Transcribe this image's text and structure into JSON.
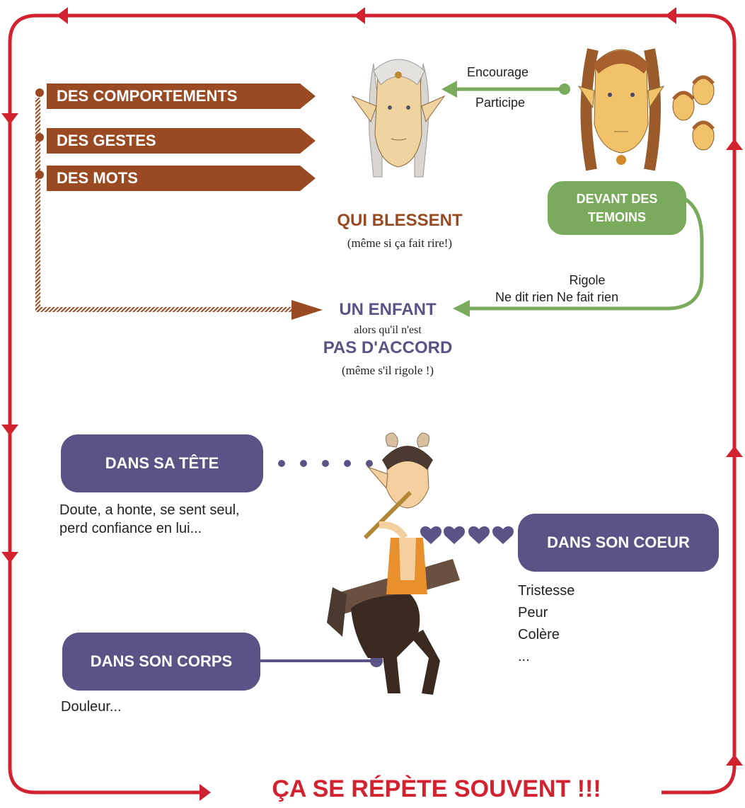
{
  "colors": {
    "cycle_red": "#d3222f",
    "brown": "#9a4a22",
    "green": "#7aaa5c",
    "purple": "#5a5386",
    "text": "#222222"
  },
  "icons": {
    "elf_victim": "elf-head-illustration",
    "elf_witness": "elf-head-illustration",
    "faun": "faun-playing-flute-illustration",
    "hearts": "heart-icons"
  },
  "behaviors": {
    "items": [
      {
        "label": "DES COMPORTEMENTS"
      },
      {
        "label": "DES GESTES"
      },
      {
        "label": "DES MOTS"
      }
    ]
  },
  "hurt": {
    "title": "QUI BLESSENT",
    "note": "(même si ça fait rire!)"
  },
  "witness_actions": {
    "encourage": "Encourage",
    "participe": "Participe",
    "rigole": "Rigole",
    "passive": "Ne dit rien Ne fait rien"
  },
  "witnesses": {
    "label": "DEVANT DES TEMOINS"
  },
  "child": {
    "title": "UN ENFANT",
    "sub": "alors qu'il n'est",
    "disagree": "PAS D'ACCORD",
    "note": "(même s'il rigole !)"
  },
  "head": {
    "label": "DANS SA TÊTE",
    "text": "Doute, a honte, se sent seul, perd confiance en lui..."
  },
  "heart": {
    "label": "DANS SON COEUR",
    "items": [
      "Tristesse",
      "Peur",
      "Colère",
      "..."
    ]
  },
  "body": {
    "label": "DANS SON CORPS",
    "text": "Douleur..."
  },
  "cycle": {
    "label": "ÇA SE RÉPÈTE SOUVENT !!!"
  }
}
